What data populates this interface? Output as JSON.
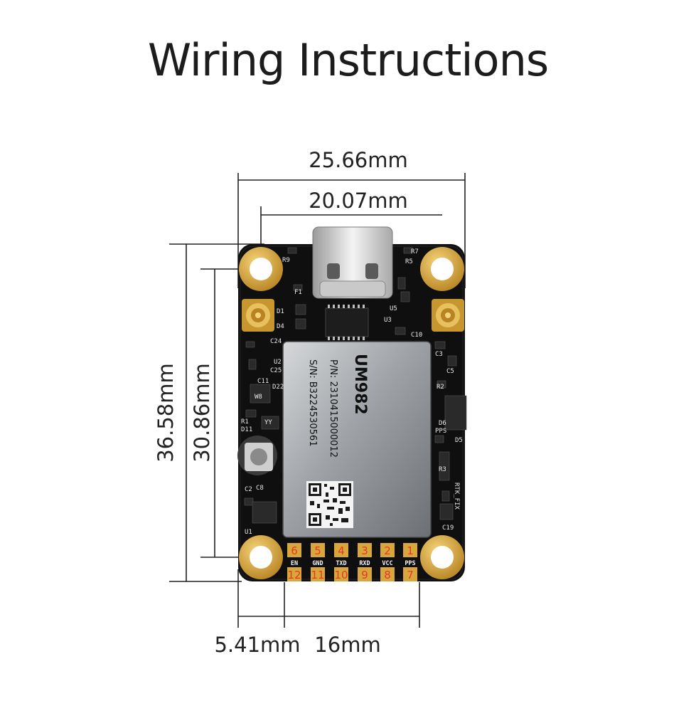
{
  "title": "Wiring Instructions",
  "dimensions": {
    "width_outer": "25.66mm",
    "width_inner": "20.07mm",
    "height_outer": "36.58mm",
    "height_inner": "30.86mm",
    "offset_bottom": "5.41mm",
    "pin_span": "16mm"
  },
  "module": {
    "name": "UM982",
    "pn": "P/N: 2310415000012",
    "sn": "S/N: B3224530561"
  },
  "pins_top": [
    {
      "num": "6",
      "name": "EN"
    },
    {
      "num": "5",
      "name": "GND"
    },
    {
      "num": "4",
      "name": "TXD"
    },
    {
      "num": "3",
      "name": "RXD"
    },
    {
      "num": "2",
      "name": "VCC"
    },
    {
      "num": "1",
      "name": "PPS"
    }
  ],
  "pins_bottom": [
    "12",
    "11",
    "10",
    "9",
    "8",
    "7"
  ],
  "silkscreen": {
    "r9": "R9",
    "r7": "R7",
    "r5": "R5",
    "f1": "F1",
    "d1": "D1",
    "d4": "D4",
    "u3": "U3",
    "u5": "U5",
    "c10": "C10",
    "c24": "C24",
    "u2": "U2",
    "c25": "C25",
    "c11": "C11",
    "d22": "D22",
    "w8": "W8",
    "r1": "R1",
    "d11": "D11",
    "yy": "YY",
    "c2": "C2",
    "c8": "C8",
    "u1": "U1",
    "d6": "D6",
    "pps": "PPS",
    "d5": "D5",
    "rtk": "RTK_FIX",
    "c19": "C19",
    "r2": "R2",
    "c3": "C3",
    "c5": "C5",
    "r3": "R3"
  },
  "colors": {
    "board": "#101010",
    "gold": "#d9a63c",
    "pad_number": "#e03a2a",
    "pin_label": "#f2f2f2"
  }
}
